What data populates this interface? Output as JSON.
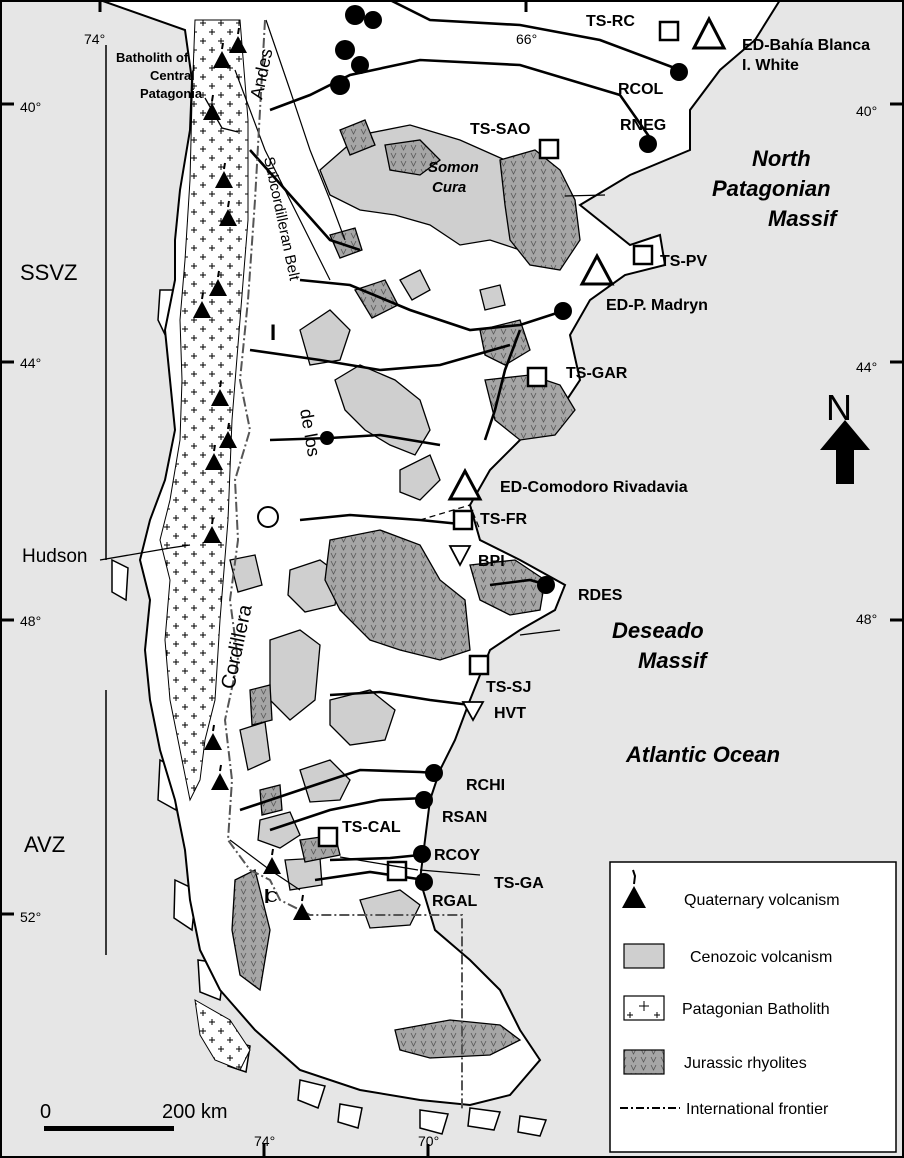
{
  "coordinates": {
    "top": [
      "74°",
      "66°"
    ],
    "bottom": [
      "74°",
      "70°"
    ],
    "left": [
      "40°",
      "44°",
      "48°",
      "52°"
    ],
    "right": [
      "40°",
      "44°",
      "48°"
    ]
  },
  "zones": {
    "ssvz": "SSVZ",
    "avz": "AVZ"
  },
  "features": {
    "batholith_central": [
      "Batholith of",
      "Central",
      "Patagonia"
    ],
    "andes": "Andes",
    "subcordilleran": "Subcordilleran Belt",
    "cordillera": "Cordillera",
    "de_los": "de los",
    "hudson": "Hudson",
    "somon_cura": [
      "Somon",
      "Cura"
    ],
    "north_massif": [
      "North",
      "Patagonian",
      "Massif"
    ],
    "deseado_massif": [
      "Deseado",
      "Massif"
    ],
    "ocean": "Atlantic Ocean",
    "roman_1": "I",
    "roman_2": "I",
    "letter_c": "C"
  },
  "sites": {
    "ts_rc": "TS-RC",
    "ed_bahia": [
      "ED-Bahía Blanca",
      "I. White"
    ],
    "rcol": "RCOL",
    "rneg": "RNEG",
    "ts_sao": "TS-SAO",
    "ts_pv": "TS-PV",
    "ed_madryn": "ED-P. Madryn",
    "ts_gar": "TS-GAR",
    "ed_comodoro": "ED-Comodoro Rivadavia",
    "ts_fr": "TS-FR",
    "bpi": "BPI",
    "rdes": "RDES",
    "ts_sj": "TS-SJ",
    "hvt": "HVT",
    "rchi": "RCHI",
    "rsan": "RSAN",
    "ts_cal": "TS-CAL",
    "rcoy": "RCOY",
    "ts_ga": "TS-GA",
    "rgal": "RGAL"
  },
  "north_arrow": "N",
  "scale": {
    "zero": "0",
    "distance": "200 km"
  },
  "legend": [
    "Quaternary volcanism",
    "Cenozoic volcanism",
    "Patagonian Batholith",
    "Jurassic rhyolites",
    "International frontier"
  ],
  "colors": {
    "sea": "#e6e6e6",
    "land": "#ffffff",
    "cenozoic": "#cfcfcf",
    "jurassic": "#a6a6a6"
  }
}
